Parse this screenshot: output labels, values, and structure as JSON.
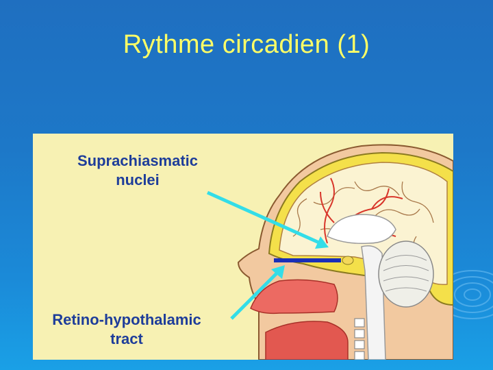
{
  "slide": {
    "title": "Rythme circadien (1)"
  },
  "diagram": {
    "label_top_line1": "Suprachiasmatic",
    "label_top_line2": "nuclei",
    "label_bottom_line1": "Retino-hypothalamic",
    "label_bottom_line2": "tract"
  },
  "colors": {
    "background": "#1d78c8",
    "title": "#ffff66",
    "panel": "#f7f1b3",
    "label": "#1e3d9a",
    "arrow": "#33dde8",
    "tract_bar": "#1a2fb8"
  }
}
